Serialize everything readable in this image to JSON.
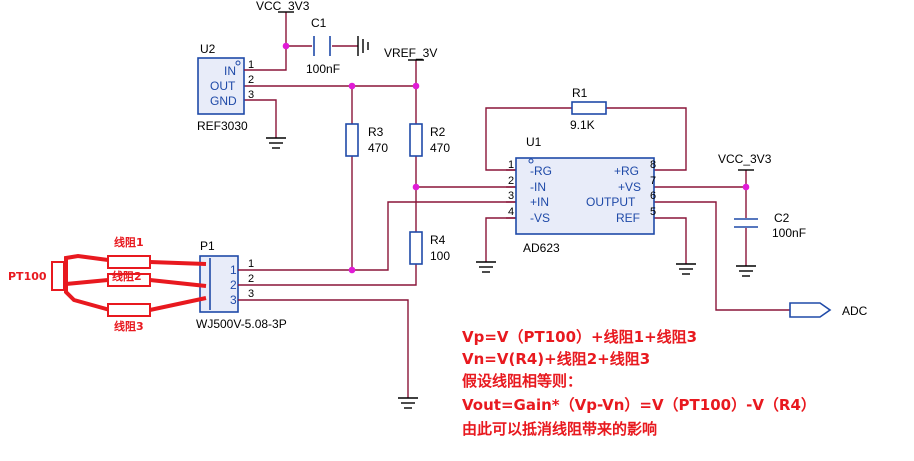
{
  "ports": {
    "vcc": "VCC_3V3",
    "vref": "VREF_3V",
    "adc": "ADC"
  },
  "components": {
    "c1": {
      "ref": "C1",
      "value": "100nF"
    },
    "c2": {
      "ref": "C2",
      "value": "100nF"
    },
    "r1": {
      "ref": "R1",
      "value": "9.1K"
    },
    "r2": {
      "ref": "R2",
      "value": "470"
    },
    "r3": {
      "ref": "R3",
      "value": "470"
    },
    "r4": {
      "ref": "R4",
      "value": "100"
    },
    "u2": {
      "ref": "U2",
      "part": "REF3030",
      "pins": [
        {
          "num": "1",
          "name": "IN"
        },
        {
          "num": "2",
          "name": "OUT"
        },
        {
          "num": "3",
          "name": "GND"
        }
      ]
    },
    "u1": {
      "ref": "U1",
      "part": "AD623",
      "pins_left": [
        {
          "num": "1",
          "name": "-RG"
        },
        {
          "num": "2",
          "name": "-IN"
        },
        {
          "num": "3",
          "name": "+IN"
        },
        {
          "num": "4",
          "name": "-VS"
        }
      ],
      "pins_right": [
        {
          "num": "8",
          "name": "+RG"
        },
        {
          "num": "7",
          "name": "+VS"
        },
        {
          "num": "6",
          "name": "OUTPUT"
        },
        {
          "num": "5",
          "name": "REF"
        }
      ]
    },
    "p1": {
      "ref": "P1",
      "part": "WJ500V-5.08-3P",
      "pins": [
        "1",
        "2",
        "3"
      ]
    }
  },
  "overlay": {
    "pt100": "PT100",
    "line_res_1": "线阻1",
    "line_res_2": "线阻2",
    "line_res_3": "线阻3"
  },
  "notes": [
    "Vp=V（PT100）+线阻1+线阻3",
    "Vn=V(R4)+线阻2+线阻3",
    "假设线阻相等则：",
    "Vout=Gain*（Vp-Vn）=V（PT100）-V（R4）",
    "由此可以抵消线阻带来的影响"
  ]
}
